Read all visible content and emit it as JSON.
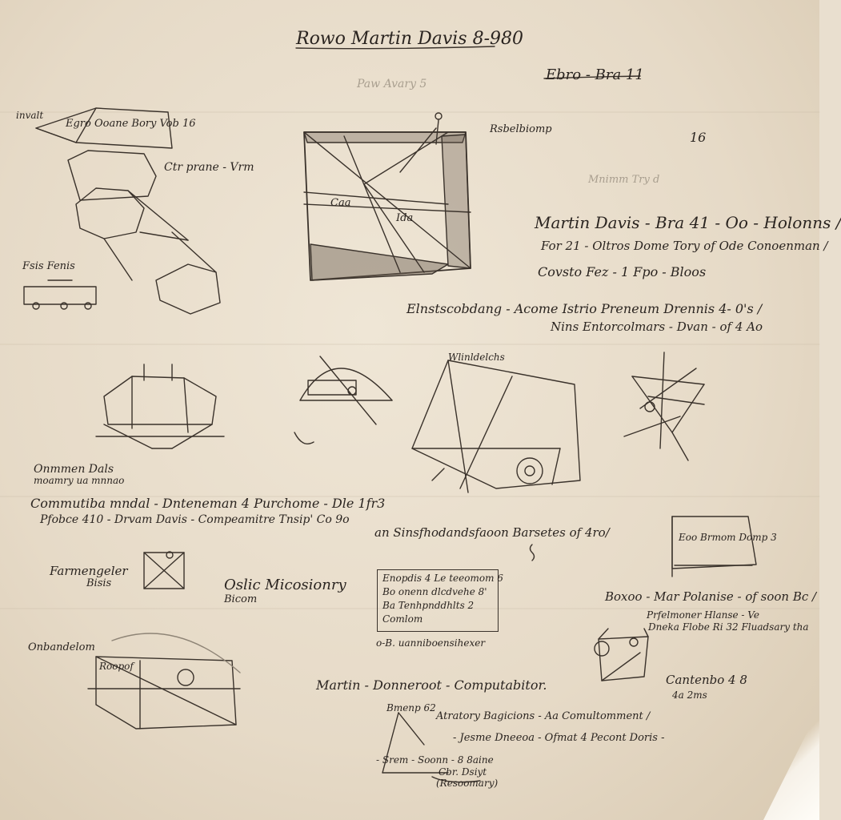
{
  "sheet": {
    "title": "Rowo Martin Davis 8-980",
    "top_right_label": "Ebro - Bra 11",
    "number_label": "16",
    "notes": [
      {
        "key": "note_header_1",
        "text": "Martin Davis - Bra 41 - Oo - Holonns /"
      },
      {
        "key": "note_header_2",
        "text": "For 21 - Oltros Dome Tory of Ode Conoenman /"
      },
      {
        "key": "note_header_3",
        "text": "Covsto Fez - 1 Fpo - Bloos"
      },
      {
        "key": "note_header_4",
        "text": "Elnstscobdang - Acome Istrio Preneum Drennis 4- 0's /"
      },
      {
        "key": "note_header_5",
        "text": "Nins Entorcolmars - Dvan - of 4 Ao"
      },
      {
        "key": "left_label_1",
        "text": "invalt"
      },
      {
        "key": "left_label_2",
        "text": "Egro Ooane Bory   Vob 16"
      },
      {
        "key": "left_label_3",
        "text": "Ctr prane - Vrm"
      },
      {
        "key": "left_label_4",
        "text": "Fsis Fenis"
      },
      {
        "key": "mid_label_1",
        "text": "Rsbelbiomp"
      },
      {
        "key": "mid_label_2",
        "text": "Caa"
      },
      {
        "key": "mid_label_3",
        "text": "Ida"
      },
      {
        "key": "left_mid_1",
        "text": "Onmmen Dals"
      },
      {
        "key": "left_mid_2",
        "text": "moamry ua mnnao"
      },
      {
        "key": "long_1",
        "text": "Commutiba mndal - Dnteneman 4 Purchome - Dle 1fr3"
      },
      {
        "key": "long_2",
        "text": "Pfobce 410 - Drvam Davis - Compeamitre Tnsip' Co 9o"
      },
      {
        "key": "mid_long_1",
        "text": "an Sinsfhodandsfaoon Barsetes of 4ro/"
      },
      {
        "key": "left_low_1",
        "text": "Farmengeler"
      },
      {
        "key": "left_low_2",
        "text": "Bisis"
      },
      {
        "key": "left_low_3",
        "text": "Oslic Micosionry"
      },
      {
        "key": "left_low_4",
        "text": "Bicom"
      },
      {
        "key": "box_1",
        "text": "Enopdis 4 Le teeomom 6"
      },
      {
        "key": "box_2",
        "text": "Bo onenn dlcdvehe 8'"
      },
      {
        "key": "box_3",
        "text": "Ba Tenhpnddhlts 2"
      },
      {
        "key": "box_4",
        "text": "Comlom"
      },
      {
        "key": "below_box",
        "text": "o-B. uanniboensihexer"
      },
      {
        "key": "right_low_1",
        "text": "Boxoo - Mar Polanise - of soon Bc /"
      },
      {
        "key": "right_low_2",
        "text": "Prfelmoner Hlanse - Ve"
      },
      {
        "key": "right_low_3",
        "text": "Dneka Flobe Ri 32 Fluadsary tha"
      },
      {
        "key": "right_box",
        "text": "Eoo Brmom Domp 3"
      },
      {
        "key": "bottom_left",
        "text": "Onbandelom"
      },
      {
        "key": "bottom_left_2",
        "text": "Roopof"
      },
      {
        "key": "bottom_center",
        "text": "Martin - Donneroot - Computabitor."
      },
      {
        "key": "bottom_1",
        "text": "Bmenp 62"
      },
      {
        "key": "bottom_2",
        "text": "Atratory Bagicions - Aa Comultomment /"
      },
      {
        "key": "bottom_3",
        "text": "- Jesme Dneeoa - Ofmat 4 Pecont Doris -"
      },
      {
        "key": "bottom_4",
        "text": "- Srem - Soonn - 8 8aine"
      },
      {
        "key": "bottom_5",
        "text": "Cbr. Dsiyt"
      },
      {
        "key": "bottom_6",
        "text": "(Resoomary)"
      },
      {
        "key": "right_bottom",
        "text": "Cantenbo 4 8"
      },
      {
        "key": "right_bottom_2",
        "text": "4a 2ms"
      },
      {
        "key": "faint_1",
        "text": "Paw Avary 5"
      },
      {
        "key": "faint_2",
        "text": "Mnimm Try d"
      },
      {
        "key": "sketch_label",
        "text": "Wlinldelchs"
      }
    ]
  },
  "colors": {
    "paper": "#e9dfcf",
    "ink": "#2a2420"
  }
}
